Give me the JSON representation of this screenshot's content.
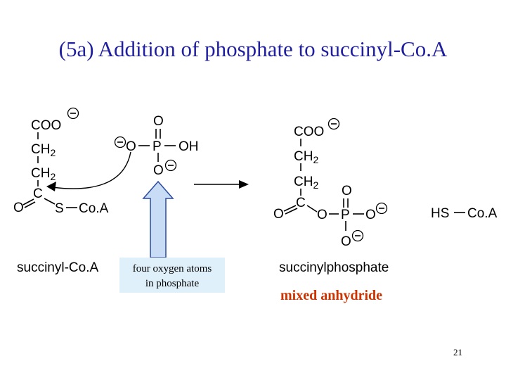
{
  "title": "(5a) Addition of phosphate to succinyl-Co.A",
  "succinyl_coa": {
    "coo": "COO",
    "ch": "CH",
    "sub2": "2",
    "o": "O",
    "c": "C",
    "s": "S",
    "coa": "Co.A",
    "label": "succinyl-Co.A"
  },
  "phosphate": {
    "o": "O",
    "p": "P",
    "oh": "OH",
    "label_line1": "four oxygen atoms",
    "label_line2": "in phosphate"
  },
  "succinylphosphate": {
    "coo": "COO",
    "ch": "CH",
    "sub2": "2",
    "o": "O",
    "c": "C",
    "p": "P",
    "label": "succinylphosphate",
    "note": "mixed anhydride"
  },
  "coash": {
    "hs": "HS",
    "coa": "Co.A"
  },
  "charge_symbol": "−",
  "page_number": "21",
  "colors": {
    "title": "#1f1fa0",
    "anhydride_note": "#cc3300",
    "phosphate_box": "#e0f0fa",
    "up_arrow_fill": "#c9dcf5",
    "up_arrow_stroke": "#2a4aa0"
  }
}
